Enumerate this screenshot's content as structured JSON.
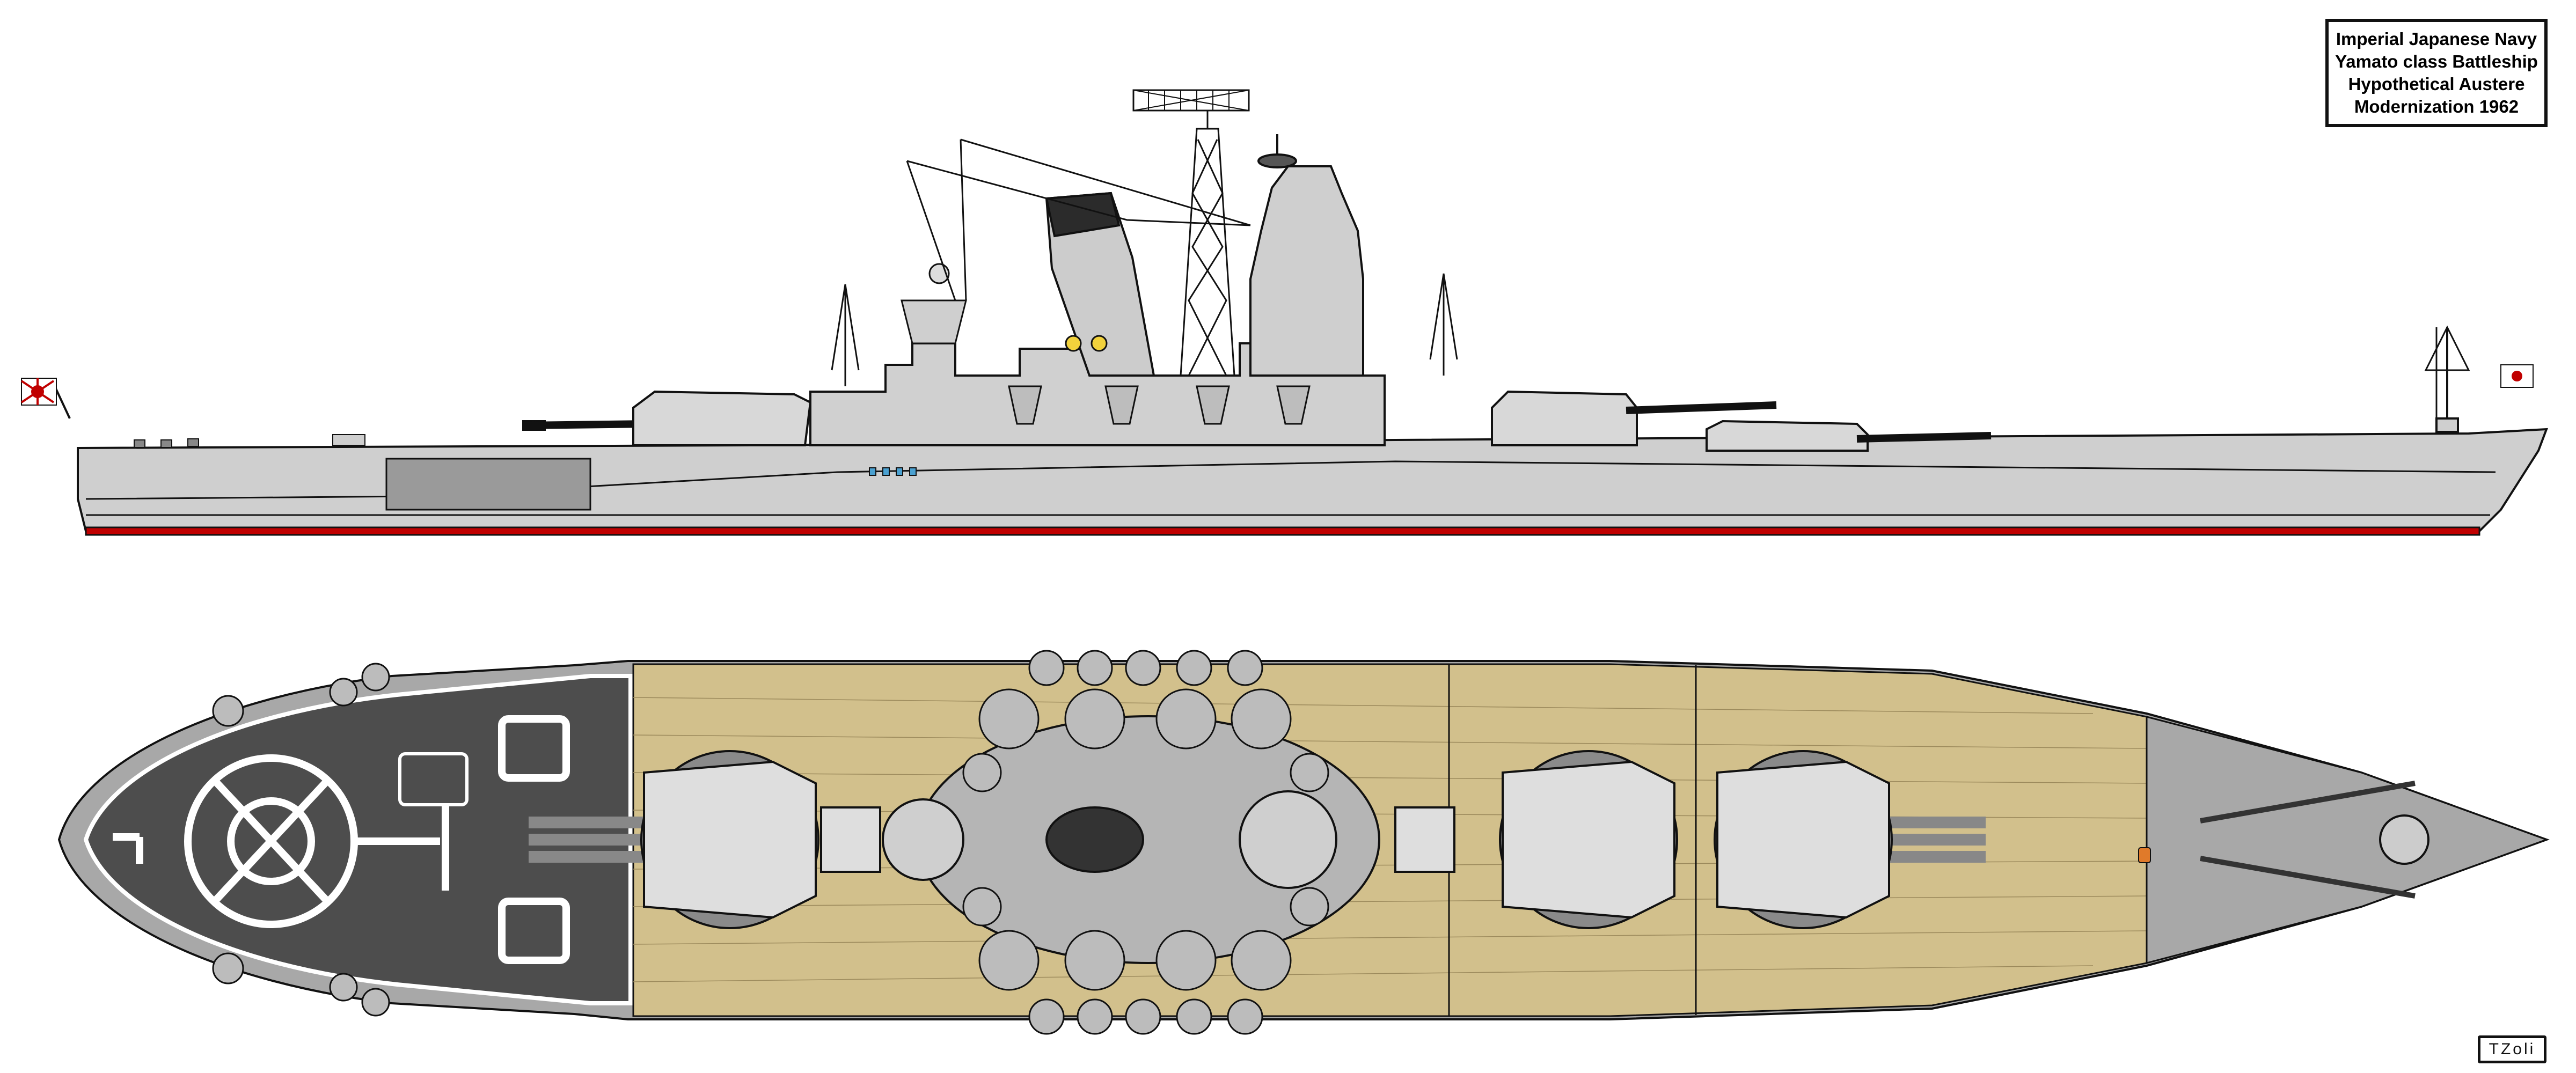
{
  "title_box": {
    "lines": [
      "Imperial Japanese Navy",
      "Yamato class Battleship",
      "Hypothetical Austere",
      "Modernization 1962"
    ]
  },
  "signature": "TZoli",
  "colors": {
    "hull": "#cfcfcf",
    "boot_topping": "#c00000",
    "wood_deck": "#d2c08c",
    "heli_deck": "#4d4d4d",
    "bow_deck": "#a8a8a8",
    "outline": "#111111"
  },
  "views": [
    "side-profile",
    "top-plan"
  ]
}
